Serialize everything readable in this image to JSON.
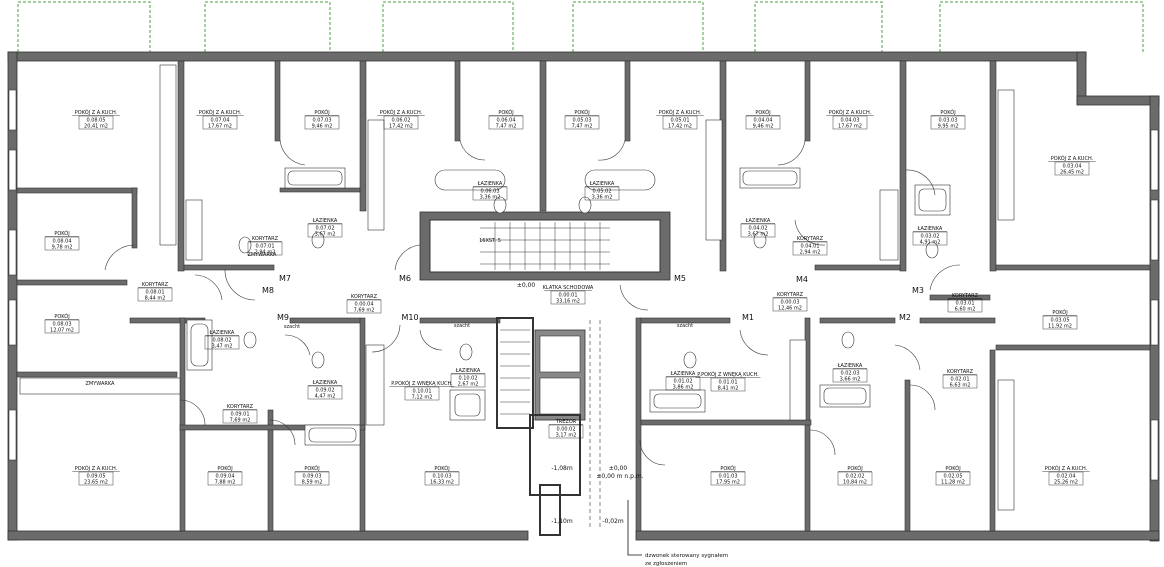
{
  "rooms": [
    {
      "label": "POKÓJ Z A.KUCH.",
      "id": "0.08.05",
      "area": "20,41 m2"
    },
    {
      "label": "POKÓJ Z A.KUCH.",
      "id": "0.07.04",
      "area": "17,67 m2"
    },
    {
      "label": "POKÓJ",
      "id": "0.07.03",
      "area": "9,46 m2"
    },
    {
      "label": "POKÓJ Z A.KUCH.",
      "id": "0.06.02",
      "area": "17,42 m2"
    },
    {
      "label": "POKÓJ",
      "id": "0.06.04",
      "area": "7,47 m2"
    },
    {
      "label": "POKÓJ",
      "id": "0.05.03",
      "area": "7,47 m2"
    },
    {
      "label": "POKÓJ Z A.KUCH.",
      "id": "0.05.01",
      "area": "17,42 m2"
    },
    {
      "label": "POKÓJ",
      "id": "0.04.04",
      "area": "9,46 m2"
    },
    {
      "label": "POKÓJ Z A.KUCH.",
      "id": "0.04.03",
      "area": "17,67 m2"
    },
    {
      "label": "POKÓJ",
      "id": "0.03.03",
      "area": "9,95 m2"
    },
    {
      "label": "POKÓJ Z A.KUCH.",
      "id": "0.03.04",
      "area": "26,45 m2"
    },
    {
      "label": "ŁAZIENKA",
      "id": "0.06.03",
      "area": "3,36 m2"
    },
    {
      "label": "ŁAZIENKA",
      "id": "0.05.02",
      "area": "3,36 m2"
    },
    {
      "label": "POKÓJ",
      "id": "0.08.04",
      "area": "9,78 m2"
    },
    {
      "label": "KORYTARZ",
      "id": "0.07.01",
      "area": "2,94 m2"
    },
    {
      "label": "ŁAZIENKA",
      "id": "0.07.02",
      "area": "3,67 m2"
    },
    {
      "label": "ŁAZIENKA",
      "id": "0.04.02",
      "area": "3,67 m2"
    },
    {
      "label": "KORYTARZ",
      "id": "0.04.01",
      "area": "2,94 m2"
    },
    {
      "label": "ŁAZIENKA",
      "id": "0.03.02",
      "area": "4,91 m2"
    },
    {
      "label": "KORYTARZ",
      "id": "0.08.01",
      "area": "8,44 m2"
    },
    {
      "label": "POKÓJ",
      "id": "0.08.03",
      "area": "12,07 m2"
    },
    {
      "label": "KORYTARZ",
      "id": "0.00.04",
      "area": "7,69 m2"
    },
    {
      "label": "KLATKA SCHODOWA",
      "id": "0.00.01",
      "area": "33,16 m2"
    },
    {
      "label": "KORYTARZ",
      "id": "0.00.03",
      "area": "12,46 m2"
    },
    {
      "label": "KORYTARZ",
      "id": "0.03.01",
      "area": "6,60 m2"
    },
    {
      "label": "POKÓJ",
      "id": "0.03.05",
      "area": "11,92 m2"
    },
    {
      "label": "ŁAZIENKA",
      "id": "0.08.02",
      "area": "3,47 m2"
    },
    {
      "label": "ŁAZIENKA",
      "id": "0.09.02",
      "area": "4,47 m2"
    },
    {
      "label": "P.POKÓJ Z WNĘKĄ KUCH.",
      "id": "0.10.01",
      "area": "7,12 m2"
    },
    {
      "label": "ŁAZIENKA",
      "id": "0.10.02",
      "area": "2,67 m2"
    },
    {
      "label": "ŁAZIENKA",
      "id": "0.01.02",
      "area": "3,86 m2"
    },
    {
      "label": "P.POKÓJ Z WNĘKĄ KUCH.",
      "id": "0.01.01",
      "area": "8,41 m2"
    },
    {
      "label": "ŁAZIENKA",
      "id": "0.02.03",
      "area": "3,66 m2"
    },
    {
      "label": "KORYTARZ",
      "id": "0.02.01",
      "area": "6,63 m2"
    },
    {
      "label": "KORYTARZ",
      "id": "0.09.01",
      "area": "7,69 m2"
    },
    {
      "label": "TREZOR",
      "id": "0.00.02",
      "area": "3,17 m2"
    },
    {
      "label": "POKÓJ Z A.KUCH.",
      "id": "0.09.05",
      "area": "23,65 m2"
    },
    {
      "label": "POKÓJ",
      "id": "0.09.04",
      "area": "7,88 m2"
    },
    {
      "label": "POKÓJ",
      "id": "0.09.03",
      "area": "8,59 m2"
    },
    {
      "label": "POKÓJ",
      "id": "0.10.03",
      "area": "16,33 m2"
    },
    {
      "label": "POKÓJ",
      "id": "0.01.03",
      "area": "17,95 m2"
    },
    {
      "label": "POKÓJ",
      "id": "0.02.02",
      "area": "10,84 m2"
    },
    {
      "label": "POKÓJ",
      "id": "0.02.05",
      "area": "11,28 m2"
    },
    {
      "label": "POKÓJ Z A.KUCH.",
      "id": "0.02.04",
      "area": "25,26 m2"
    }
  ],
  "markers": [
    "M1",
    "M2",
    "M3",
    "M4",
    "M5",
    "M6",
    "M7",
    "M8",
    "M9",
    "M10"
  ],
  "stairs_label": "16XST. 5",
  "levels": {
    "landing": "±0,00",
    "entrance": "±0,00",
    "entrance_abs": "±0,00 m n.p.m.",
    "lower_1": "-1,08m",
    "lower_2": "-1,10m",
    "lower_3": "-0,02m"
  },
  "shaft_label": "szacht",
  "kitchen_label": "ZMYWARKA",
  "annotation": {
    "line1": "dzwonek sterowany sygnałem",
    "line2": "ze zgłoszeniem"
  },
  "colors": {
    "wall": "#555555",
    "wall_fill": "#6b6b6b",
    "line": "#111111",
    "green": "#4aa043"
  }
}
